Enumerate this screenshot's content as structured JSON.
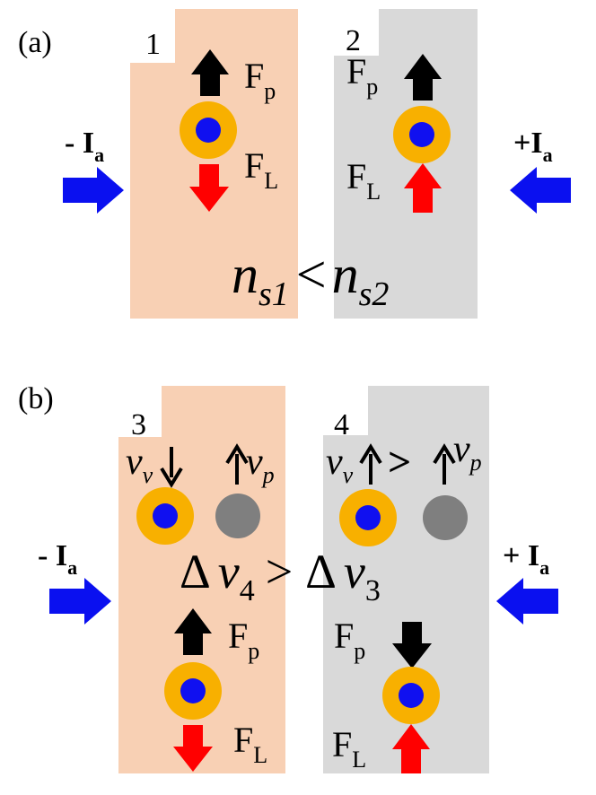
{
  "colors": {
    "peach": "#F8D0B4",
    "gray": "#D9D9D9",
    "vortex_outer": "#F8B000",
    "vortex_core": "#1010F0",
    "pin_gray": "#7F7F7F",
    "arrow_black": "#000000",
    "arrow_red": "#FF0000",
    "arrow_blue": "#0A10F0"
  },
  "panel_a": {
    "label": "(a)",
    "region1_label": "1",
    "region2_label": "2",
    "fp_main": "F",
    "fp_sub": "p",
    "fl_main": "F",
    "fl_sub": "L",
    "current_left_sign": "- ",
    "current_right_sign": "+",
    "current_main": "I",
    "current_sub": "a",
    "ineq_n": "n",
    "ineq_sub_left": "s1",
    "ineq_op": "<",
    "ineq_sub_right": "s2"
  },
  "panel_b": {
    "label": "(b)",
    "region3_label": "3",
    "region4_label": "4",
    "vv_main": "v",
    "vv_sub": "v",
    "vp_main": "v",
    "vp_sub": "p",
    "gt_symbol": ">",
    "delta": "Δ",
    "dv_main": "v",
    "dv_sub_left": "4",
    "dv_op": ">",
    "dv_sub_right": "3",
    "fp_main": "F",
    "fp_sub": "p",
    "fl_main": "F",
    "fl_sub": "L",
    "current_left_sign": "- ",
    "current_right_sign": "+ ",
    "current_main": "I",
    "current_sub": "a"
  }
}
